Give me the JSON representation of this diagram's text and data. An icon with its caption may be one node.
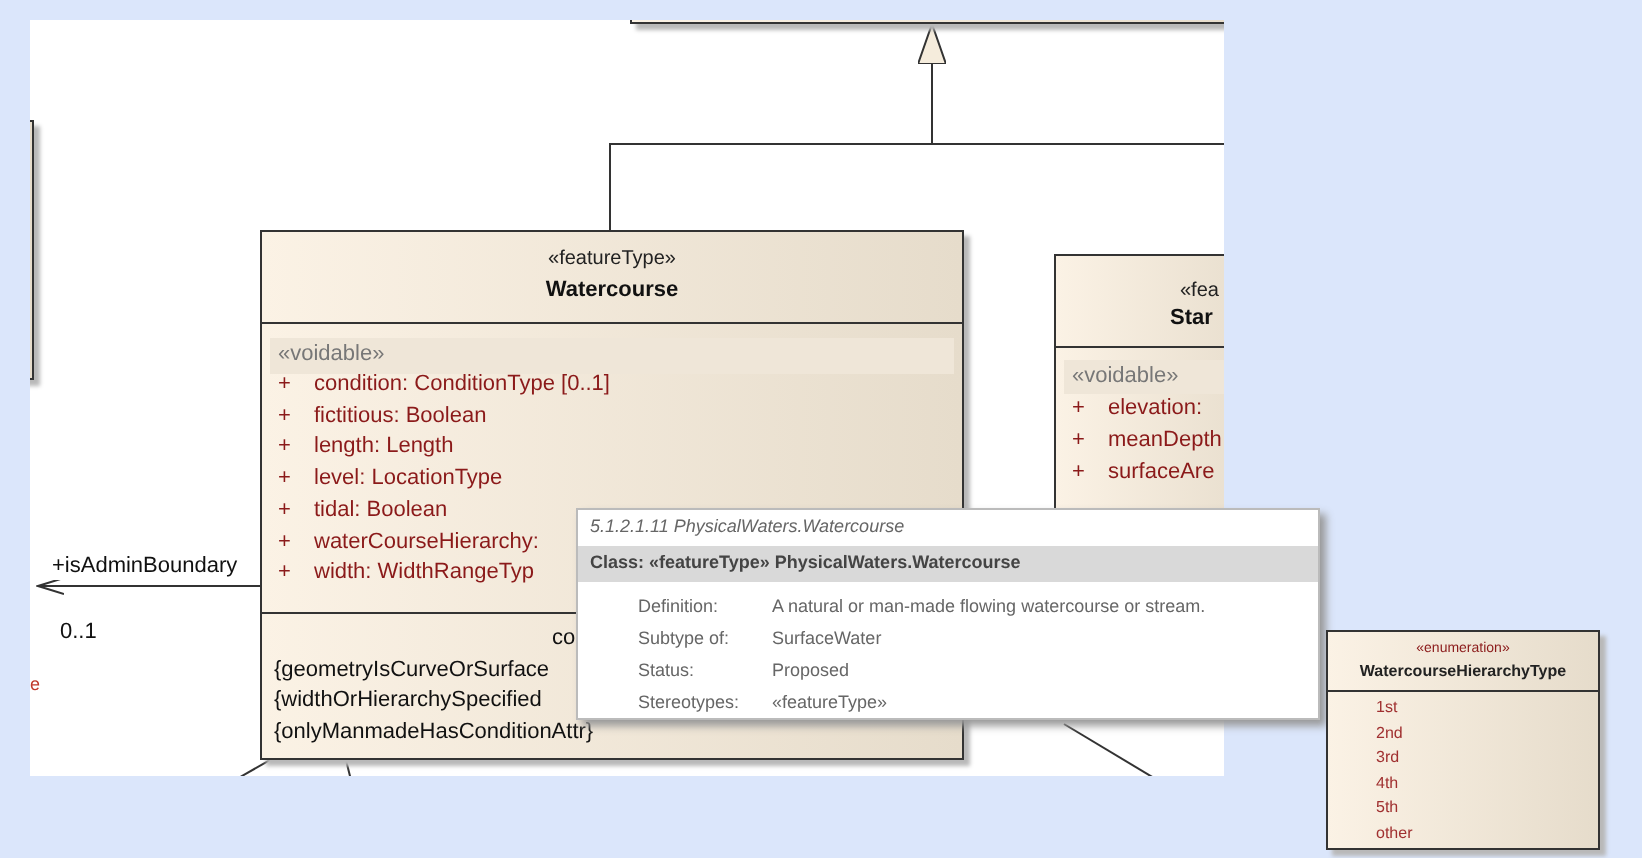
{
  "diagram": {
    "nodes": [
      {
        "text": [],
        "shape": "box"
      },
      {
        "text": [],
        "shape": "box"
      },
      {
        "text": [
          "«featureType»",
          "Watercourse",
          "«voidable»",
          "+",
          "condition: ConditionType [0..1]",
          "+",
          "fictitious: Boolean",
          "+",
          "length: Length",
          "+",
          "level: LocationType",
          "+",
          "tidal: Boolean",
          "+",
          "waterCourseHierarchy:",
          "+",
          "width: WidthRangeTyp",
          "co",
          "{geometryIsCurveOrSurface",
          "{widthOrHierarchySpecified",
          "{onlyManmadeHasConditionAttr}"
        ]
      },
      {
        "text": [
          "«fea",
          "Star",
          "«voidable»",
          "+",
          "elevation:",
          "+",
          "meanDepth",
          "+",
          "surfaceAre"
        ]
      },
      {
        "text": [
          "5.1.2.1.11 PhysicalWaters.Watercourse",
          "Class: «featureType» PhysicalWaters.Watercourse",
          "Definition:",
          "A natural or man-made flowing watercourse or stream.",
          "Subtype of:",
          "SurfaceWater",
          "Status:",
          "Proposed",
          "Stereotypes:",
          "«featureType»"
        ]
      },
      {
        "text": [
          "«enumeration»",
          "WatercourseHierarchyType",
          "1st",
          "2nd",
          "3rd",
          "4th",
          "5th",
          "other"
        ]
      }
    ],
    "edges": [
      {
        "from": 2,
        "to": 0,
        "arrow": "to"
      },
      {
        "from": 2,
        "to": null,
        "arrow": "to",
        "label": "+isAdminBoundary"
      },
      {
        "from": 2,
        "to": null,
        "arrow": "none"
      },
      {
        "from": 2,
        "to": null,
        "arrow": "none"
      }
    ],
    "labels": [
      "0..1",
      "e"
    ]
  }
}
